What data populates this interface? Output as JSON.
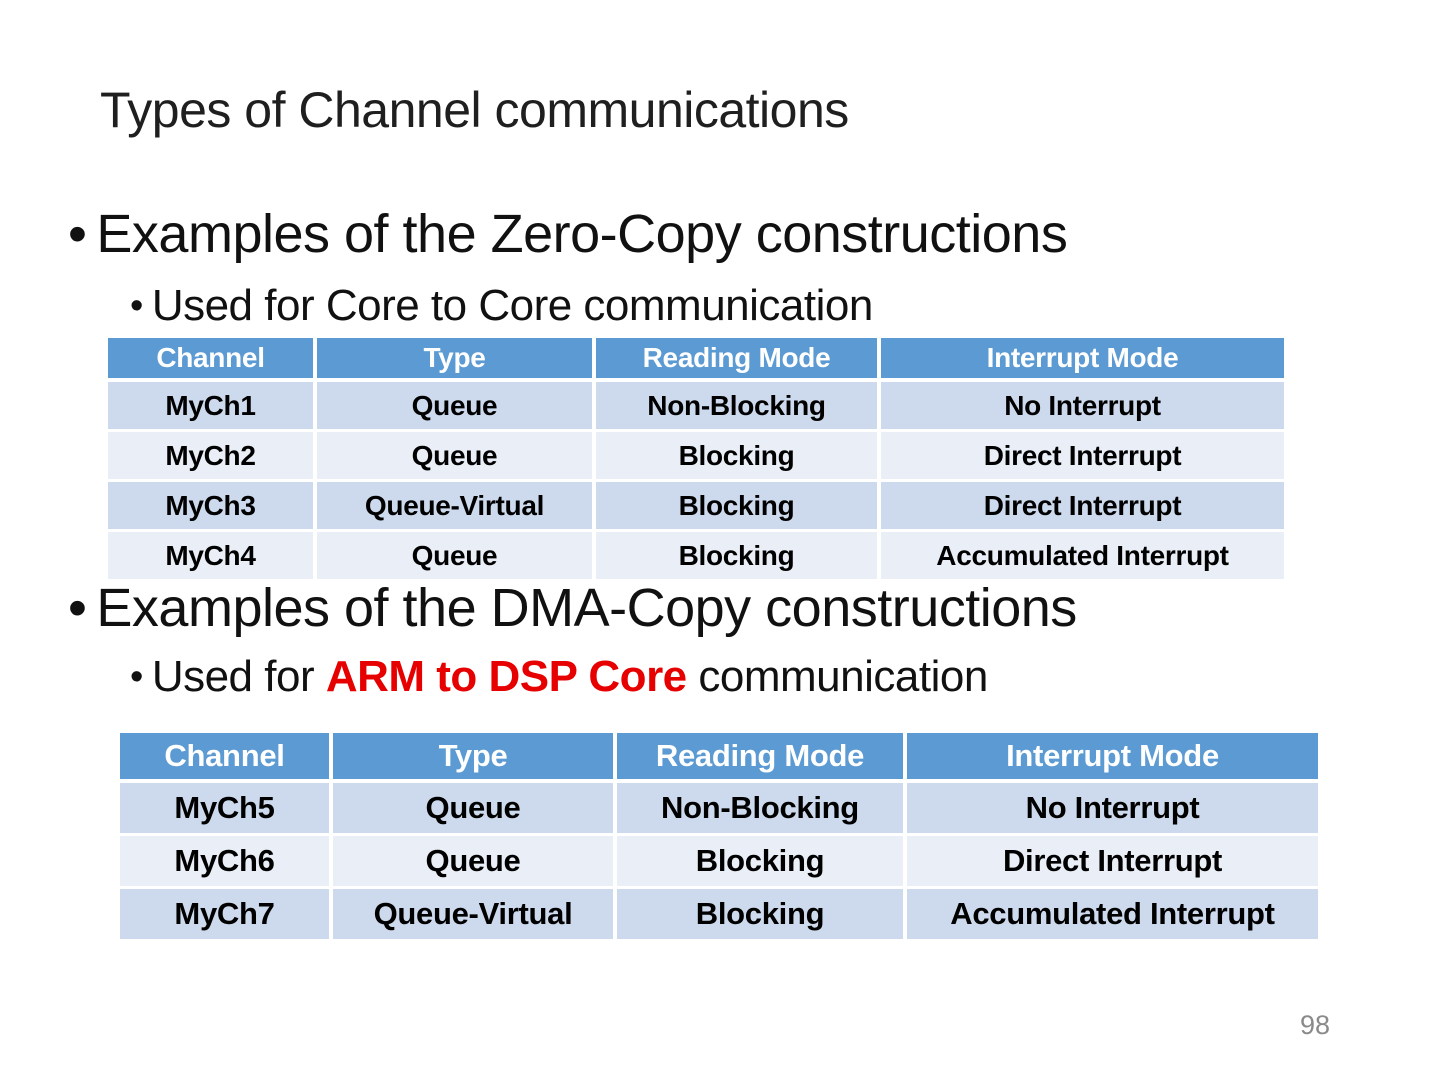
{
  "slide": {
    "title": "Types of Channel communications",
    "page_number": "98",
    "bullet_marker": "•",
    "bullets": {
      "zero_copy": {
        "heading": "Examples of the Zero-Copy constructions",
        "sub": "Used for Core to Core communication"
      },
      "dma_copy": {
        "heading": "Examples of the DMA-Copy constructions",
        "sub_prefix": "Used for ",
        "sub_highlight": "ARM to DSP Core",
        "sub_suffix": " communication"
      }
    },
    "colors": {
      "background": "#ffffff",
      "text": "#111111",
      "table_header_bg": "#5b9ad2",
      "table_row_band_a": "#cdd9ec",
      "table_row_band_b": "#e9eef7",
      "highlight_red": "#e60000",
      "page_number_gray": "#8a8a8a"
    }
  },
  "zero_copy_table": {
    "headers": [
      "Channel",
      "Type",
      "Reading Mode",
      "Interrupt Mode"
    ],
    "rows": [
      [
        "MyCh1",
        "Queue",
        "Non-Blocking",
        "No Interrupt"
      ],
      [
        "MyCh2",
        "Queue",
        "Blocking",
        "Direct Interrupt"
      ],
      [
        "MyCh3",
        "Queue-Virtual",
        "Blocking",
        "Direct Interrupt"
      ],
      [
        "MyCh4",
        "Queue",
        "Blocking",
        "Accumulated Interrupt"
      ]
    ]
  },
  "dma_copy_table": {
    "headers": [
      "Channel",
      "Type",
      "Reading Mode",
      "Interrupt Mode"
    ],
    "rows": [
      [
        "MyCh5",
        "Queue",
        "Non-Blocking",
        "No Interrupt"
      ],
      [
        "MyCh6",
        "Queue",
        "Blocking",
        "Direct Interrupt"
      ],
      [
        "MyCh7",
        "Queue-Virtual",
        "Blocking",
        "Accumulated Interrupt"
      ]
    ]
  }
}
